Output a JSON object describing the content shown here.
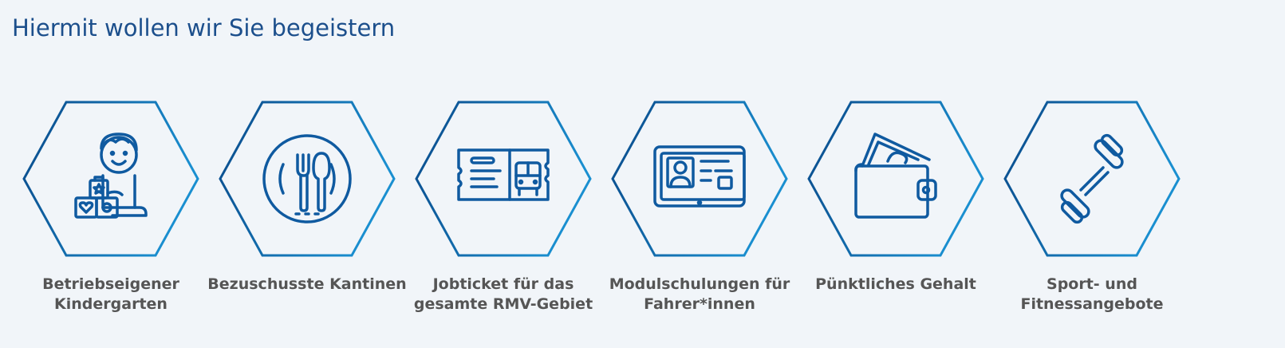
{
  "section": {
    "title": "Hiermit wollen wir Sie begeistern"
  },
  "colors": {
    "background": "#f1f5f9",
    "title": "#1c4f8c",
    "icon_stroke": "#0f5aa0",
    "hex_gradient_start": "#0a4a8a",
    "hex_gradient_end": "#1a8fd0",
    "label": "#555555"
  },
  "benefits": [
    {
      "icon": "child-blocks-icon",
      "line1": "Betriebseigener",
      "line2": "Kindergarten"
    },
    {
      "icon": "plate-cutlery-icon",
      "line1": "Bezuschusste Kantinen",
      "line2": ""
    },
    {
      "icon": "bus-ticket-icon",
      "line1": "Jobticket für das",
      "line2": "gesamte RMV-Gebiet"
    },
    {
      "icon": "id-card-icon",
      "line1": "Modulschulungen für",
      "line2": "Fahrer*innen"
    },
    {
      "icon": "wallet-icon",
      "line1": "Pünktliches Gehalt",
      "line2": ""
    },
    {
      "icon": "dumbbell-icon",
      "line1": "Sport- und",
      "line2": "Fitnessangebote"
    }
  ]
}
